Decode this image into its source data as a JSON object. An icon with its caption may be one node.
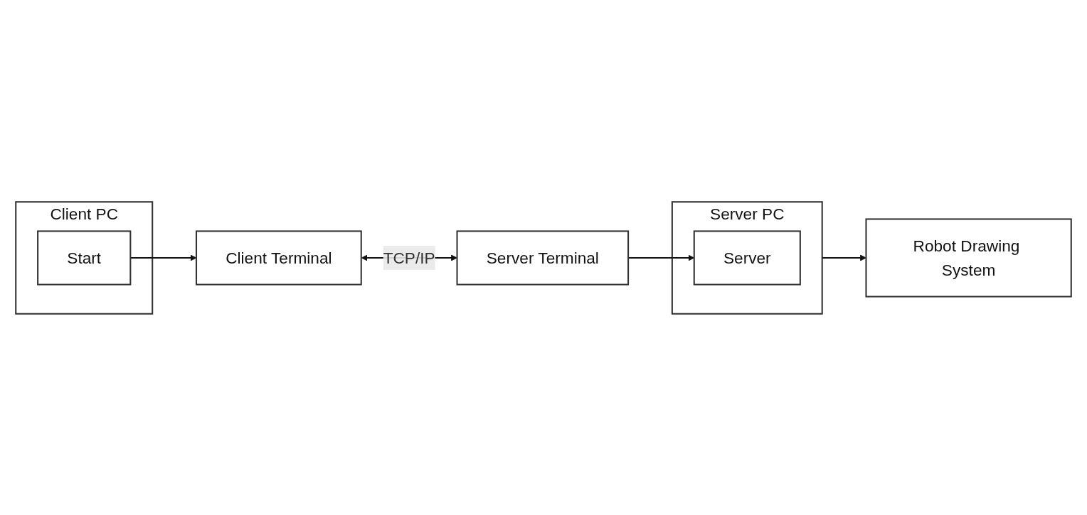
{
  "diagram": {
    "nodes": [
      {
        "text": [
          "Client PC"
        ]
      },
      {
        "text": [
          "Start"
        ],
        "in": 0
      },
      {
        "text": [
          "Server PC"
        ]
      },
      {
        "text": [
          "Server"
        ],
        "in": 2
      },
      {
        "text": [
          "Robot Drawing System"
        ]
      },
      {
        "text": [
          "Client Terminal"
        ]
      },
      {
        "text": [
          "Server Terminal"
        ]
      }
    ],
    "edges": [
      {
        "from": 1,
        "to": 5,
        "arrow": "to"
      },
      {
        "from": 5,
        "to": 6,
        "arrow": "both",
        "label": "TCP/IP"
      },
      {
        "from": 6,
        "to": 3,
        "arrow": "to"
      },
      {
        "from": 2,
        "to": 4,
        "arrow": "to"
      }
    ]
  }
}
